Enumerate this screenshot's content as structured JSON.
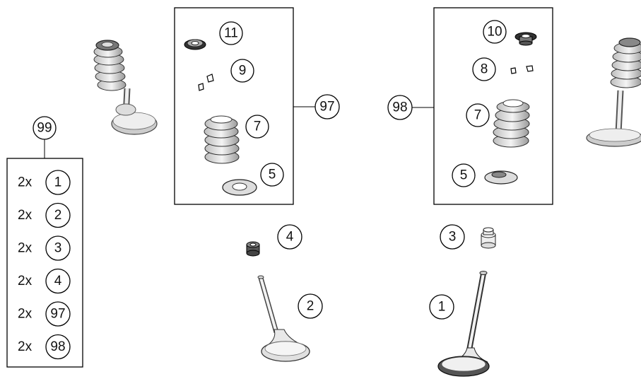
{
  "callouts": {
    "c99": "99",
    "c97": "97",
    "c98": "98",
    "c11": "11",
    "c9": "9",
    "c7a": "7",
    "c5a": "5",
    "c10": "10",
    "c8": "8",
    "c7b": "7",
    "c5b": "5",
    "c4": "4",
    "c3": "3",
    "c2": "2",
    "c1": "1"
  },
  "kit_list": [
    {
      "qty": "2x",
      "part": "1"
    },
    {
      "qty": "2x",
      "part": "2"
    },
    {
      "qty": "2x",
      "part": "3"
    },
    {
      "qty": "2x",
      "part": "4"
    },
    {
      "qty": "2x",
      "part": "97"
    },
    {
      "qty": "2x",
      "part": "98"
    }
  ],
  "icons": [
    "valve-assembly-icon",
    "spring-retainer-icon",
    "valve-keeper-icon",
    "valve-spring-icon",
    "spring-seat-icon",
    "valve-seal-icon",
    "valve-icon"
  ]
}
